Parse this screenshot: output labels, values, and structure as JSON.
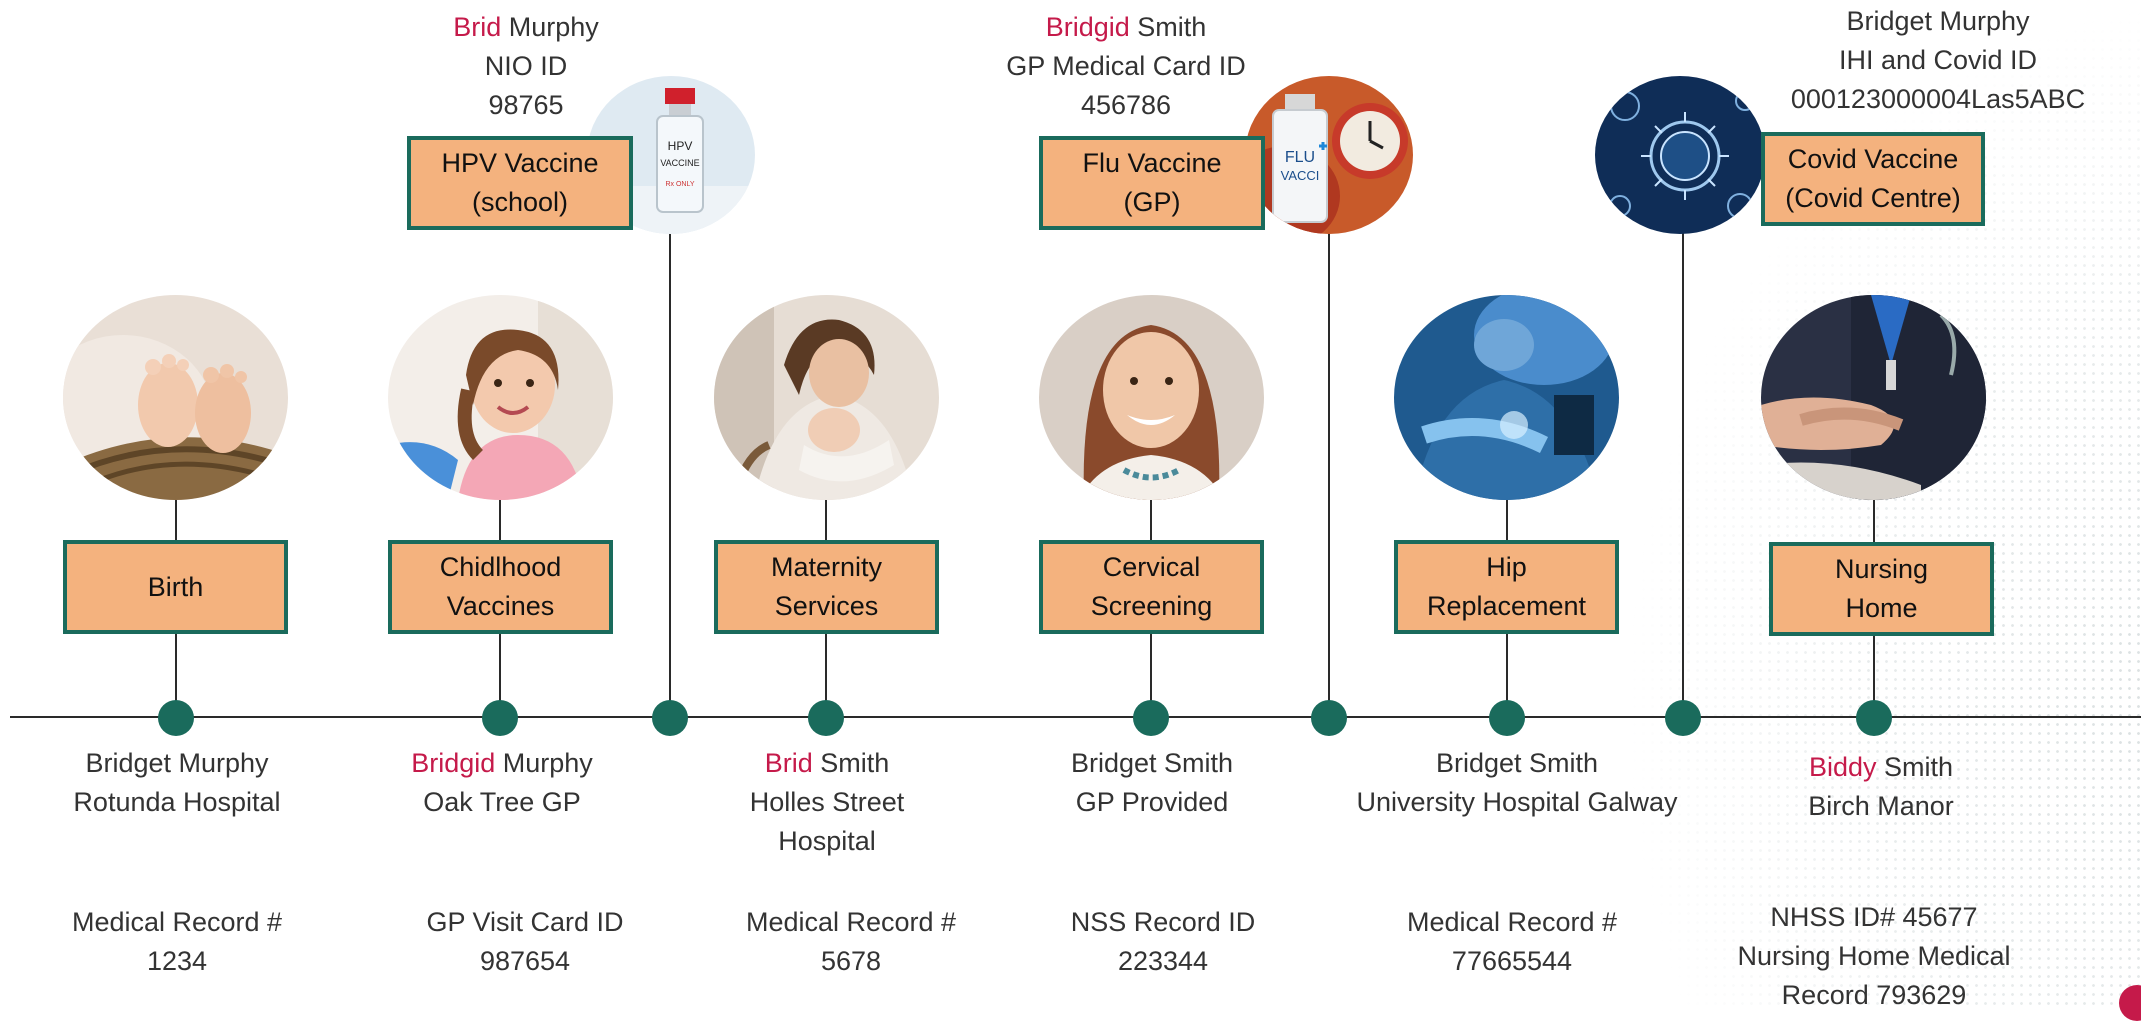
{
  "events": [
    {
      "id": "birth",
      "label": "Birth",
      "image": "baby-feet-photo",
      "below": {
        "first": "Bridget",
        "last": "Murphy",
        "place": "Rotunda Hospital",
        "record_line1": "Medical Record #",
        "record_line2": "1234"
      }
    },
    {
      "id": "childhood",
      "label": "Chidlhood\nVaccines",
      "image": "child-vaccination-photo",
      "below": {
        "first": "Bridgid",
        "last": "Murphy",
        "place": "Oak Tree GP",
        "record_line1": "GP Visit Card ID",
        "record_line2": "987654"
      }
    },
    {
      "id": "maternity",
      "label": "Maternity\nServices",
      "image": "mother-baby-photo",
      "below": {
        "first": "Brid",
        "last": "Smith",
        "place_line1": "Holles Street",
        "place_line2": "Hospital",
        "record_line1": "Medical Record #",
        "record_line2": "5678"
      }
    },
    {
      "id": "cervical",
      "label": "Cervical\nScreening",
      "image": "smiling-woman-photo",
      "below": {
        "first": "Bridget",
        "last": "Smith",
        "place": "GP Provided",
        "record_line1": "NSS Record ID",
        "record_line2": "223344"
      }
    },
    {
      "id": "hip",
      "label": "Hip\nReplacement",
      "image": "surgery-photo",
      "below": {
        "first": "Bridget",
        "last": "Smith",
        "place": "University Hospital Galway",
        "record_line1": "Medical Record #",
        "record_line2": "77665544"
      }
    },
    {
      "id": "nursing",
      "label": "Nursing\nHome",
      "image": "nursing-care-photo",
      "below": {
        "first": "Biddy",
        "last": "Smith",
        "place": "Birch Manor",
        "record_line1": "NHSS ID# 45677",
        "record_line2": "Nursing Home Medical",
        "record_line3": "Record 793629"
      }
    }
  ],
  "vaccines": [
    {
      "id": "hpv",
      "label": "HPV Vaccine\n(school)",
      "image": "hpv-vaccine-vial-photo",
      "vial_text_1": "HPV",
      "vial_text_2": "VACCINE",
      "vial_text_3": "Rx ONLY",
      "above": {
        "first": "Brid",
        "last": "Murphy",
        "line2": "NIO ID",
        "line3": "98765"
      }
    },
    {
      "id": "flu",
      "label": "Flu Vaccine\n(GP)",
      "image": "flu-vaccine-vial-photo",
      "vial_text_1": "FLU",
      "vial_text_2": "VACCI",
      "above": {
        "first": "Bridgid",
        "last": "Smith",
        "line2": "GP Medical Card ID",
        "line3": "456786"
      }
    },
    {
      "id": "covid",
      "label": "Covid Vaccine\n(Covid Centre)",
      "image": "coronavirus-photo",
      "above": {
        "line1": "Bridget Murphy",
        "line2": "IHI and Covid ID",
        "line3": "000123000004Las5ABC"
      }
    }
  ],
  "colors": {
    "box_fill": "#f4b27e",
    "box_border": "#1a6b5c",
    "dot": "#1a6b5c",
    "highlight_name": "#c51a4a",
    "line": "#2a2a2a"
  }
}
